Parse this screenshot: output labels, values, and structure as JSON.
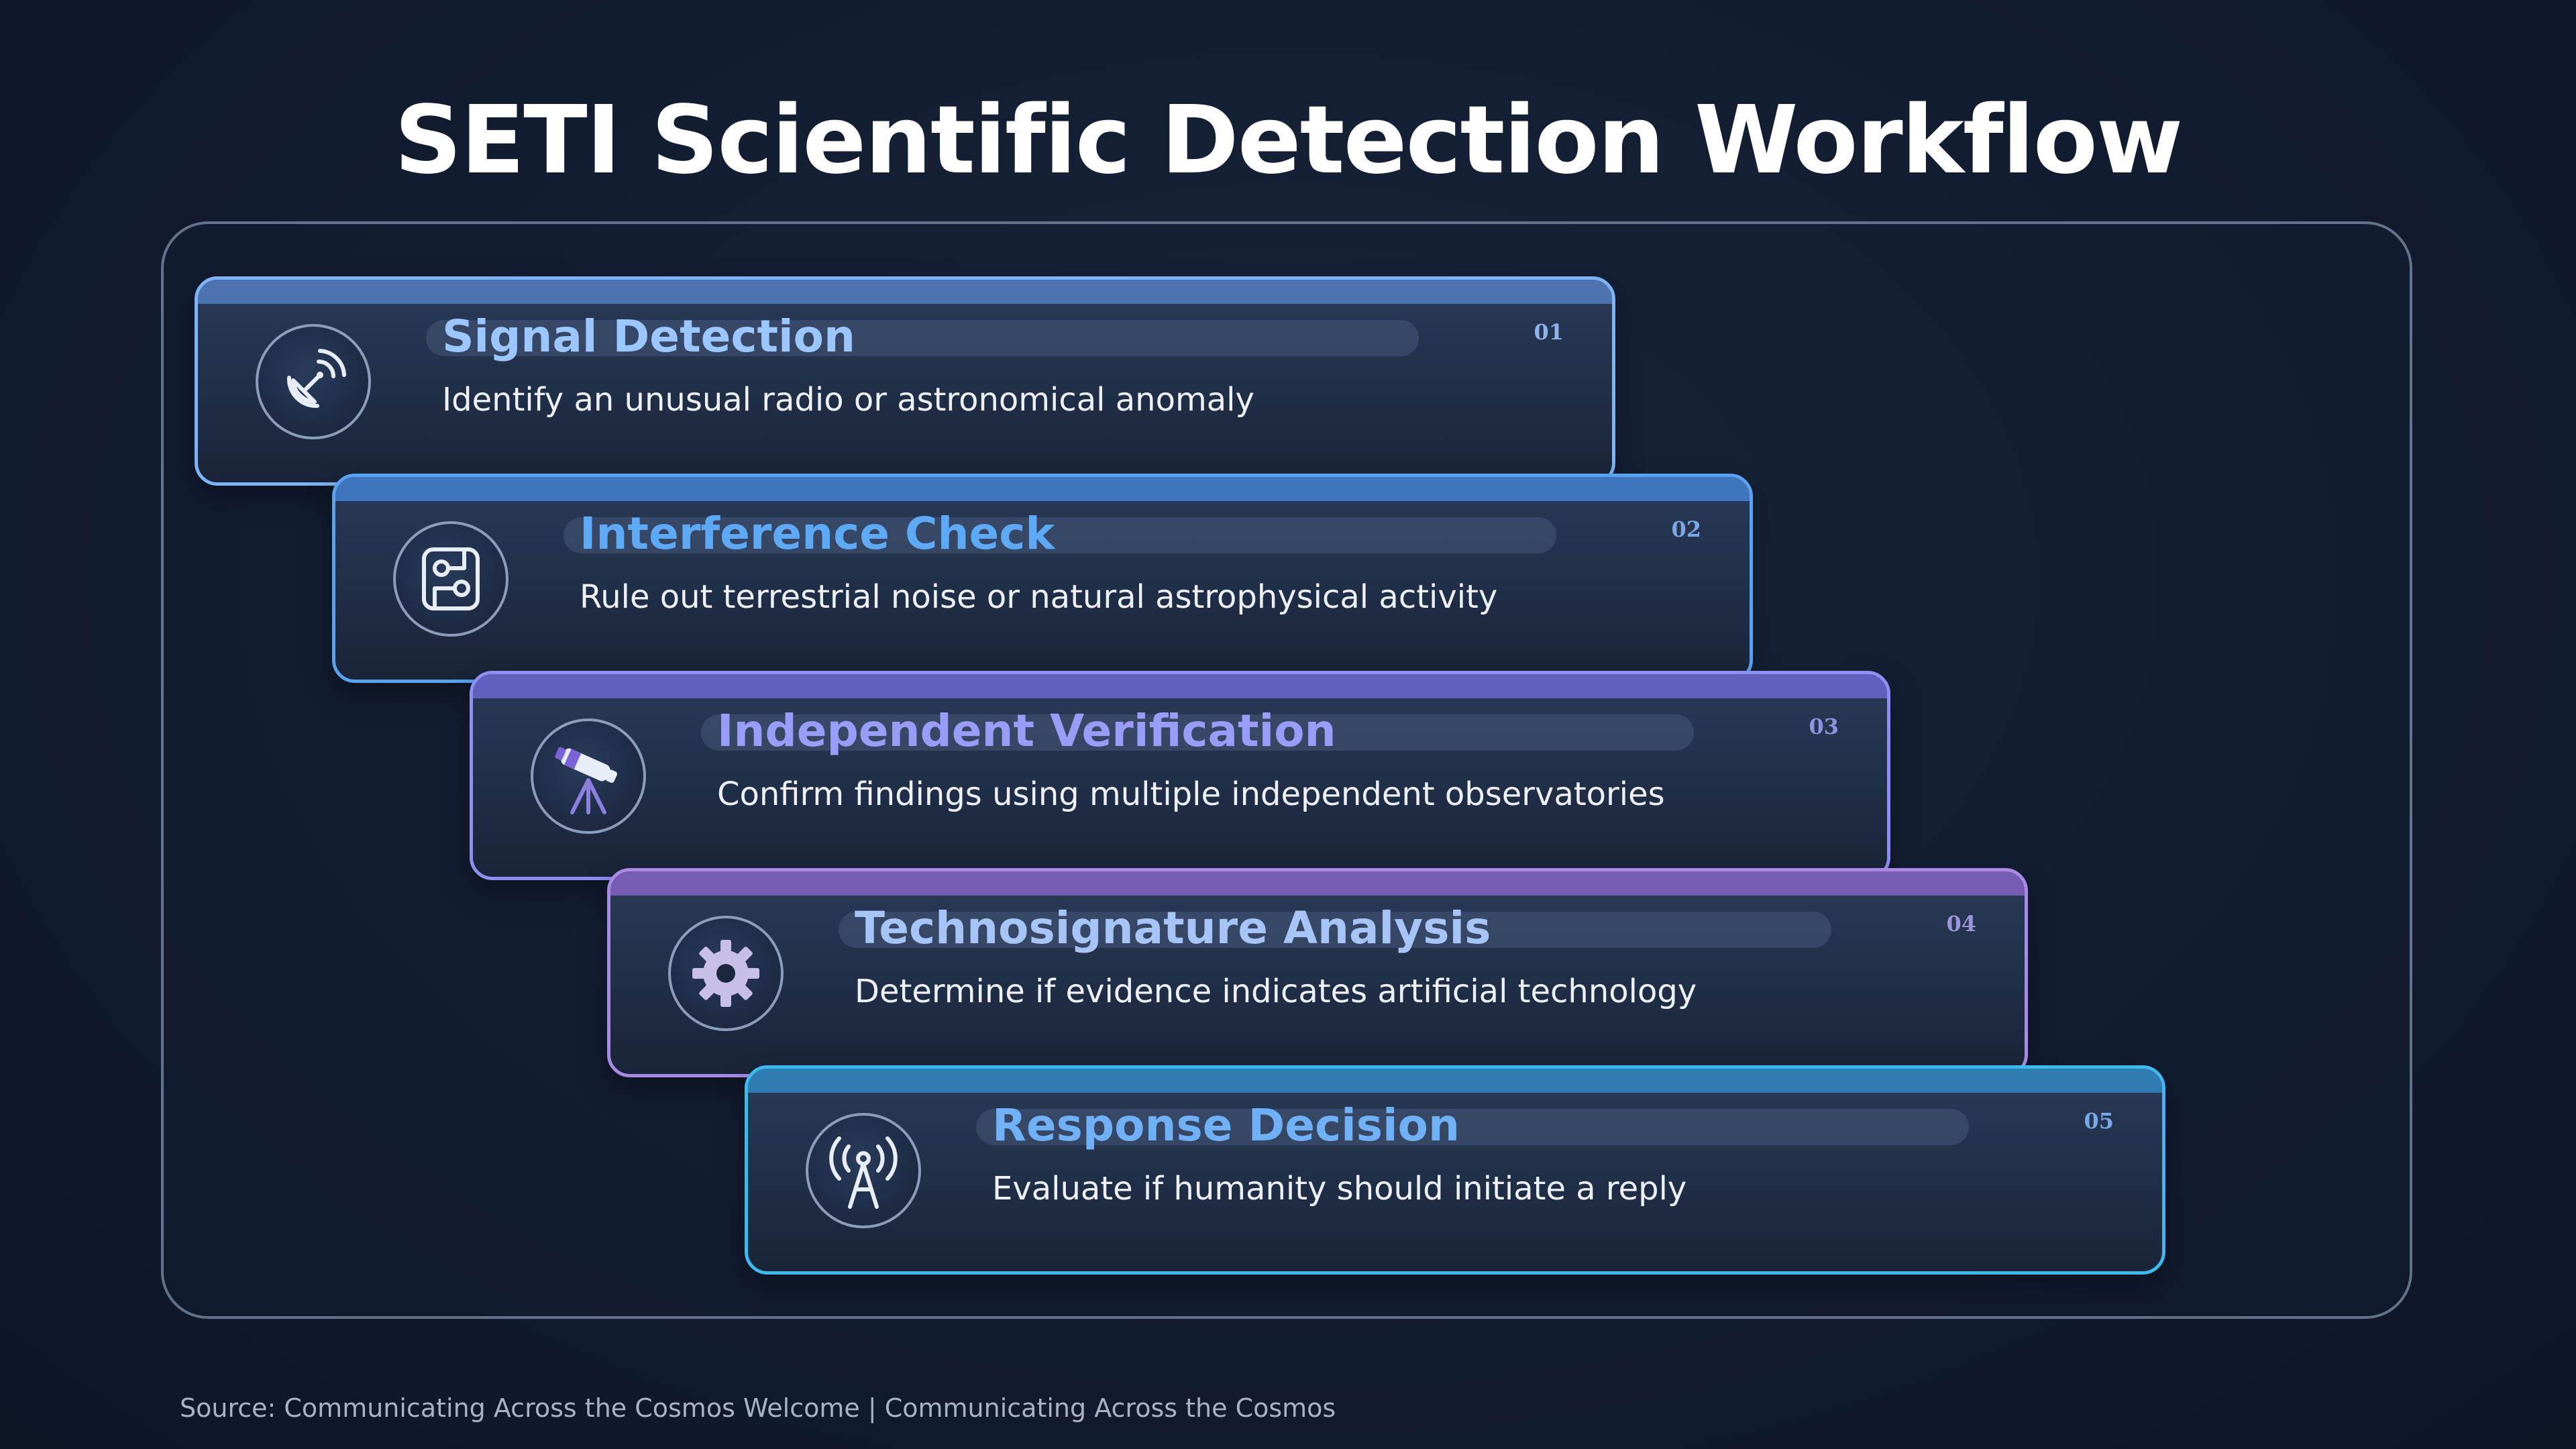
{
  "title": "SETI Scientific Detection Workflow",
  "steps": [
    {
      "title": "Signal Detection",
      "description": "Identify an unusual radio or astronomical anomaly",
      "number": "01",
      "icon": "satellite-dish-icon",
      "accent": "#7fb3f5",
      "title_color": "#9cc6ff"
    },
    {
      "title": "Interference Check",
      "description": "Rule out terrestrial noise or natural astrophysical activity",
      "number": "02",
      "icon": "circuit-icon",
      "accent": "#5aa2ee",
      "title_color": "#5ea9f5"
    },
    {
      "title": "Independent Verification",
      "description": "Confirm findings using multiple independent observatories",
      "number": "03",
      "icon": "telescope-icon",
      "accent": "#8e8ff0",
      "title_color": "#9a9df7"
    },
    {
      "title": "Technosignature Analysis",
      "description": "Determine if evidence indicates artificial technology",
      "number": "04",
      "icon": "gear-icon",
      "accent": "#a98be6",
      "title_color": "#a6c4f5"
    },
    {
      "title": "Response Decision",
      "description": "Evaluate if humanity should initiate a reply",
      "number": "05",
      "icon": "radio-tower-icon",
      "accent": "#3fb8ee",
      "title_color": "#6fb0f7"
    }
  ],
  "source": "Source: Communicating Across the Cosmos Welcome | Communicating Across the Cosmos"
}
